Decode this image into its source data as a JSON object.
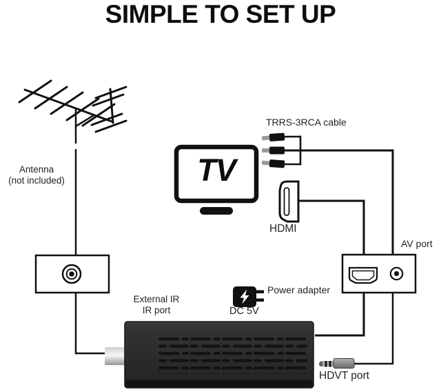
{
  "title": "SIMPLE TO SET UP",
  "diagram": {
    "antenna": {
      "label_line1": "Antenna",
      "label_line2": "(not included)"
    },
    "tv": {
      "label": "TV"
    },
    "trrs_cable": {
      "label": "TRRS-3RCA cable"
    },
    "hdmi": {
      "label": "HDMI"
    },
    "av_port": {
      "label": "AV port"
    },
    "power_adapter": {
      "label": "Power adapter",
      "spec": "DC 5V"
    },
    "ir": {
      "label_line1": "External IR",
      "label_line2": "IR port"
    },
    "hdvt": {
      "label": "HDVT port"
    }
  },
  "icons": {
    "antenna": "yagi-antenna-icon",
    "wall_outlet": "coax-wall-outlet-icon",
    "tv": "tv-icon",
    "rca": "rca-connectors-icon",
    "hdmi_plug": "hdmi-plug-icon",
    "av_box": "av-adapter-box-icon",
    "power": "power-adapter-icon",
    "bolt": "lightning-bolt-icon",
    "stick": "tuner-stick-icon",
    "coax": "coax-connector-icon",
    "aux": "aux-plug-icon"
  },
  "colors": {
    "line": "#111111",
    "text": "#232323",
    "device_body": "#2e2e2e",
    "background": "#ffffff"
  }
}
